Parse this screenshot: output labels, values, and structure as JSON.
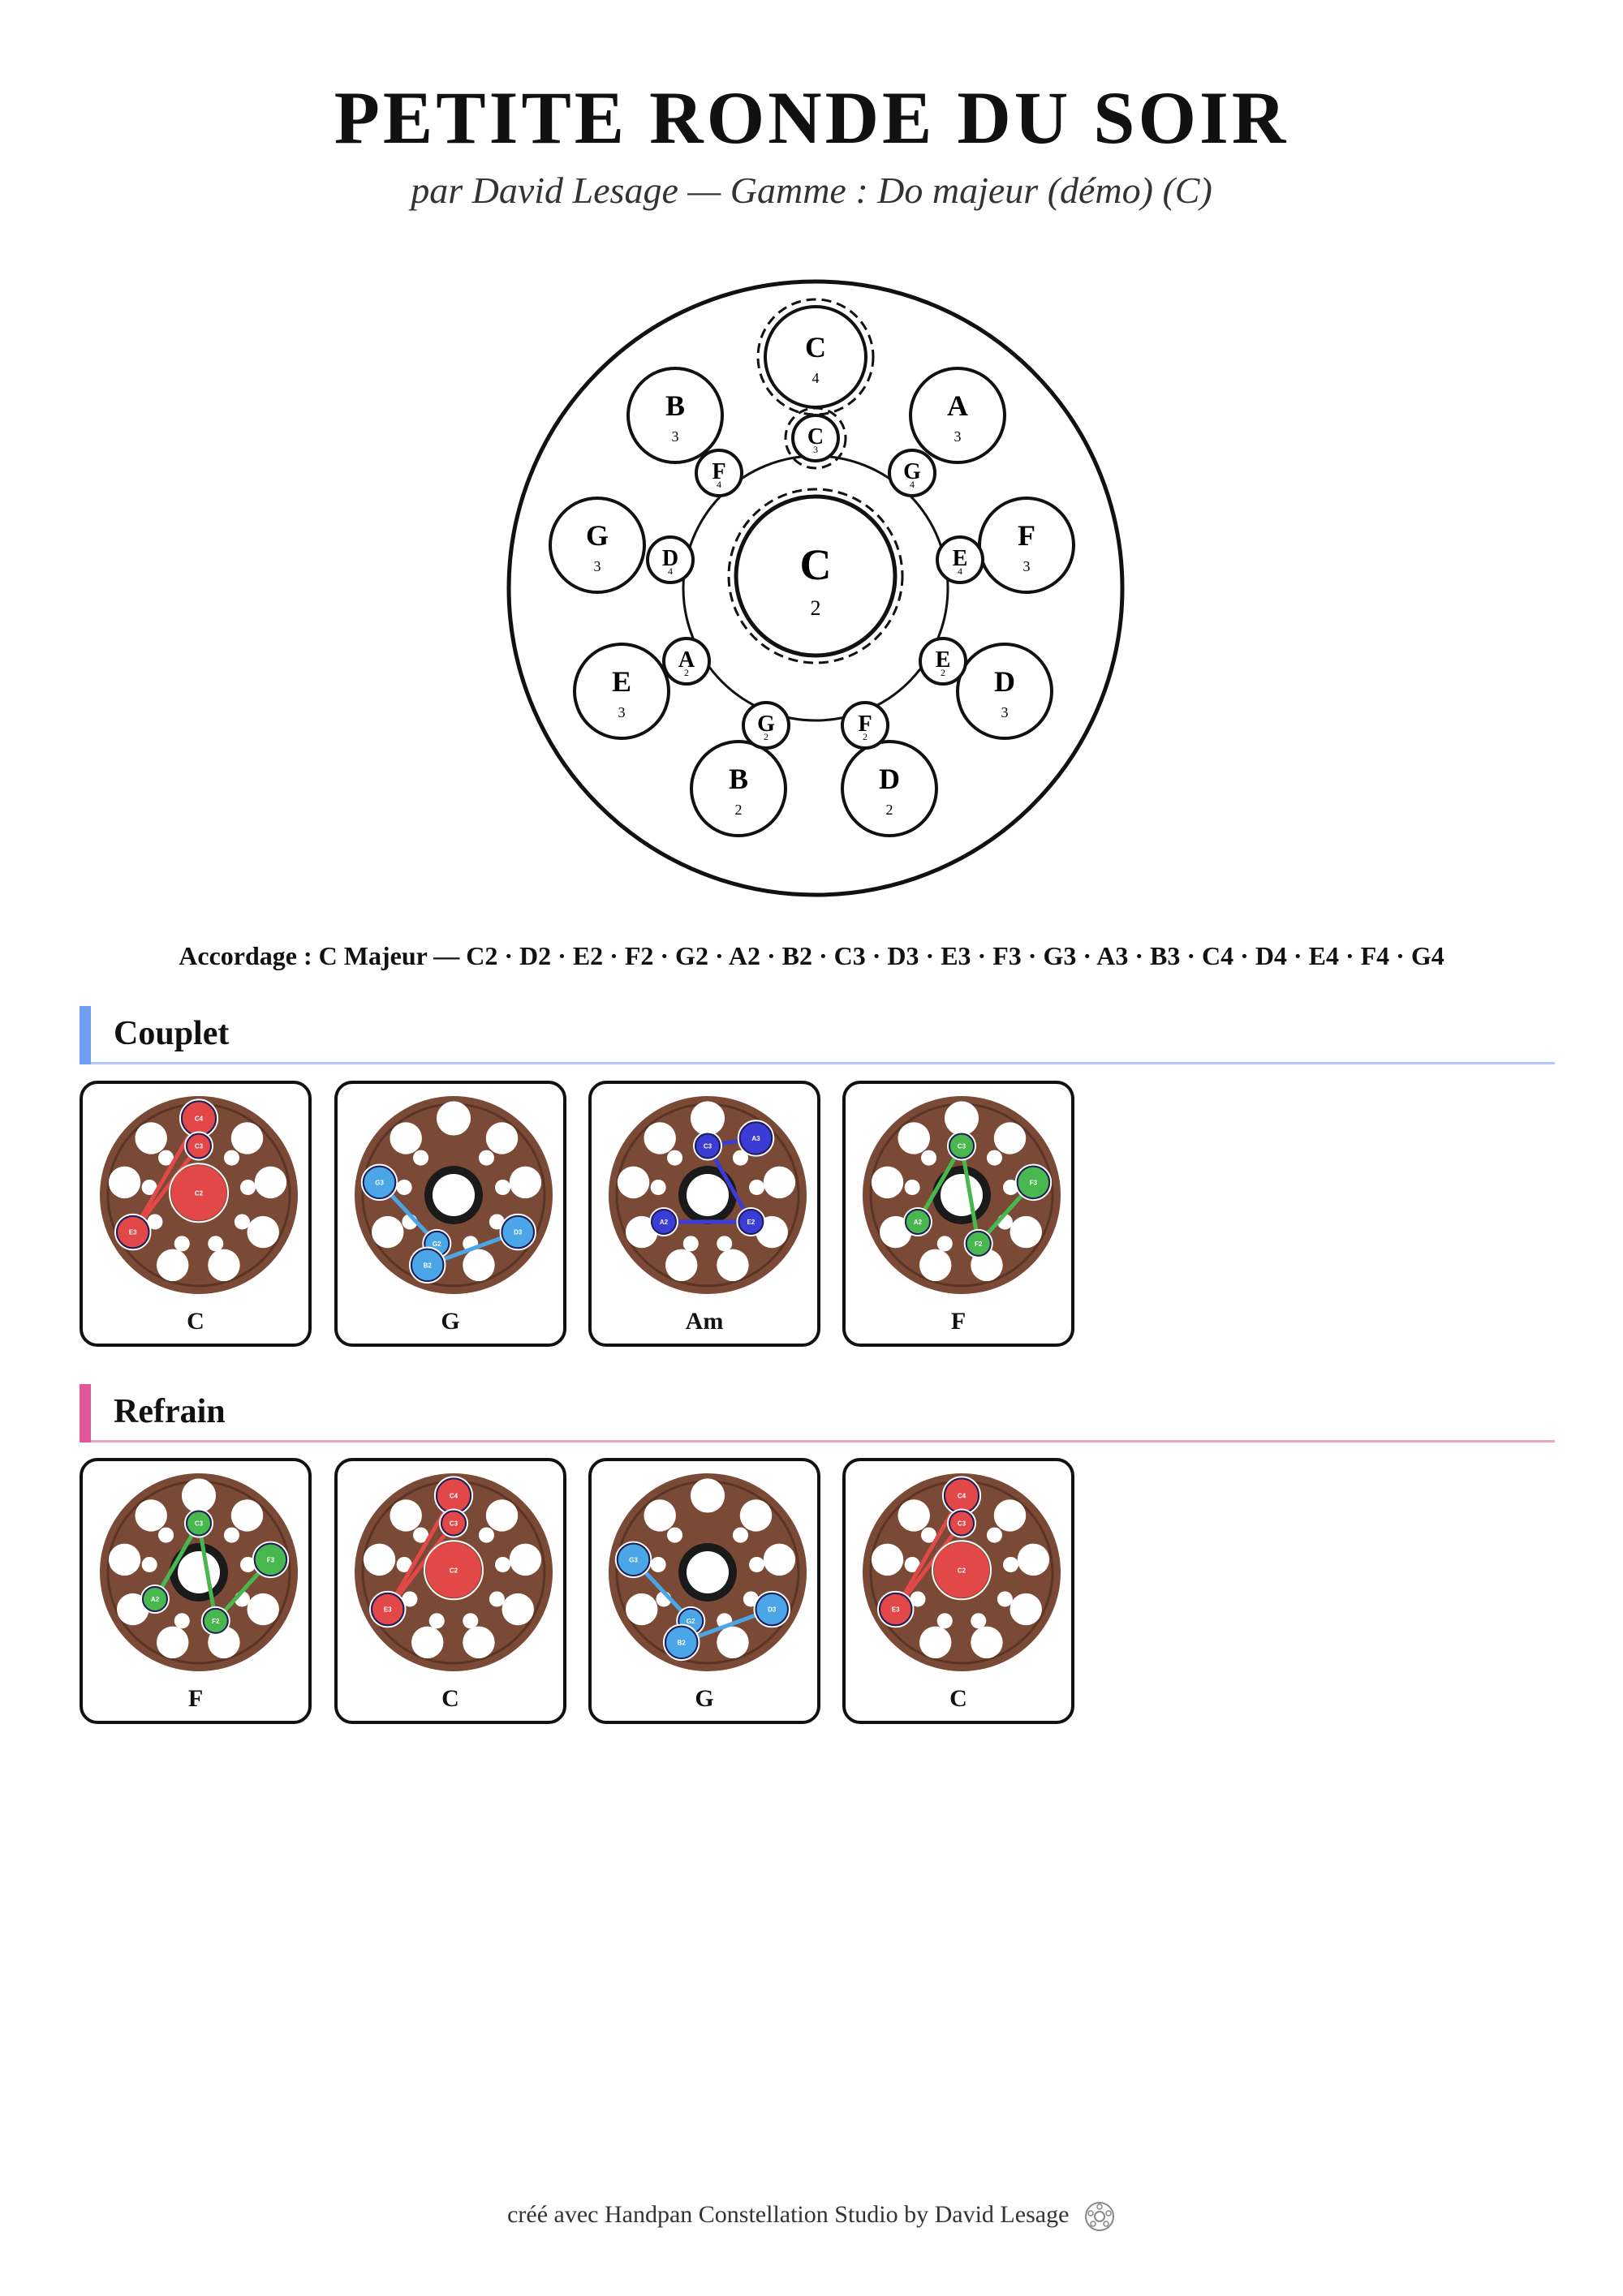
{
  "title": "PETITE RONDE DU SOIR",
  "subtitle": "par David Lesage — Gamme : Do majeur (démo) (C)",
  "handpan": {
    "notes": [
      {
        "id": "C2",
        "name": "C",
        "octave": "2"
      },
      {
        "id": "C4",
        "name": "C",
        "octave": "4"
      },
      {
        "id": "C3",
        "name": "C",
        "octave": "3"
      },
      {
        "id": "B3",
        "name": "B",
        "octave": "3"
      },
      {
        "id": "A3",
        "name": "A",
        "octave": "3"
      },
      {
        "id": "G3",
        "name": "G",
        "octave": "3"
      },
      {
        "id": "F3",
        "name": "F",
        "octave": "3"
      },
      {
        "id": "E3",
        "name": "E",
        "octave": "3"
      },
      {
        "id": "D3",
        "name": "D",
        "octave": "3"
      },
      {
        "id": "B2",
        "name": "B",
        "octave": "2"
      },
      {
        "id": "D2",
        "name": "D",
        "octave": "2"
      },
      {
        "id": "F4",
        "name": "F",
        "octave": "4"
      },
      {
        "id": "G4",
        "name": "G",
        "octave": "4"
      },
      {
        "id": "D4",
        "name": "D",
        "octave": "4"
      },
      {
        "id": "E4",
        "name": "E",
        "octave": "4"
      },
      {
        "id": "A2",
        "name": "A",
        "octave": "2"
      },
      {
        "id": "E2",
        "name": "E",
        "octave": "2"
      },
      {
        "id": "G2",
        "name": "G",
        "octave": "2"
      },
      {
        "id": "F2",
        "name": "F",
        "octave": "2"
      }
    ]
  },
  "tuning": "Accordage : C Majeur — C2 · D2 · E2 · F2 · G2 · A2 · B2 · C3 · D3 · E3 · F3 · G3 · A3 · B3 · C4 · D4 · E4 · F4 · G4",
  "sections": [
    {
      "name": "Couplet",
      "color": "#6e9ef2",
      "chords": [
        {
          "label": "C",
          "color": "#e24848",
          "notes": [
            "C4",
            "E3",
            "C3",
            "C2"
          ]
        },
        {
          "label": "G",
          "color": "#4aa6e6",
          "notes": [
            "G3",
            "G2",
            "B2",
            "D3"
          ]
        },
        {
          "label": "Am",
          "color": "#3b3bd6",
          "notes": [
            "A3",
            "C3",
            "E2",
            "A2"
          ]
        },
        {
          "label": "F",
          "color": "#48b84e",
          "notes": [
            "F3",
            "F2",
            "C3",
            "A2"
          ]
        }
      ]
    },
    {
      "name": "Refrain",
      "color": "#e0589a",
      "chords": [
        {
          "label": "F",
          "color": "#48b84e",
          "notes": [
            "F3",
            "F2",
            "C3",
            "A2"
          ]
        },
        {
          "label": "C",
          "color": "#e24848",
          "notes": [
            "C4",
            "E3",
            "C3",
            "C2"
          ]
        },
        {
          "label": "G",
          "color": "#4aa6e6",
          "notes": [
            "G3",
            "G2",
            "B2",
            "D3"
          ]
        },
        {
          "label": "C",
          "color": "#e24848",
          "notes": [
            "C4",
            "E3",
            "C3",
            "C2"
          ]
        }
      ]
    }
  ],
  "footer": "créé avec Handpan Constellation Studio by David Lesage",
  "footer_icon": "handpan-icon"
}
